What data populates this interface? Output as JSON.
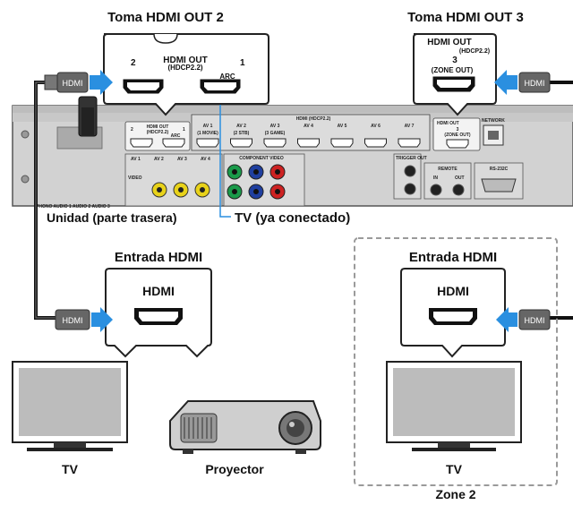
{
  "labels": {
    "out2_title": "Toma HDMI OUT 2",
    "out3_title": "Toma HDMI OUT 3",
    "unit_rear": "Unidad (parte trasera)",
    "tv_connected": "TV (ya conectado)",
    "hdmi_in_left": "Entrada HDMI",
    "hdmi_in_right": "Entrada HDMI",
    "tv_left": "TV",
    "projector": "Proyector",
    "tv_right": "TV",
    "zone2": "Zone 2"
  },
  "callout_out2": {
    "title": "HDMI OUT",
    "sub": "(HDCP2.2)",
    "port_left": "2",
    "port_right": "1",
    "arc": "ARC"
  },
  "callout_out3": {
    "title": "HDMI OUT",
    "sub": "(HDCP2.2)",
    "port": "3",
    "zone_out": "(ZONE OUT)"
  },
  "callout_in_left": {
    "title": "HDMI"
  },
  "callout_in_right": {
    "title": "HDMI"
  },
  "plug_label": "HDMI",
  "panel": {
    "hdmi_out_label": "HDMI OUT",
    "hdmi_out_sub": "(HDCP2.2)",
    "arc": "ARC",
    "port_2": "2",
    "port_1": "1",
    "hdmi_in_header": "HDMI (HDCP2.2)",
    "inputs": [
      {
        "name": "AV 1",
        "sub": "(1 MOVIE)"
      },
      {
        "name": "AV 2",
        "sub": "(2 STB)"
      },
      {
        "name": "AV 3",
        "sub": "(3 GAME)"
      },
      {
        "name": "AV 4",
        "sub": ""
      },
      {
        "name": "AV 5",
        "sub": ""
      },
      {
        "name": "AV 6",
        "sub": ""
      },
      {
        "name": "AV 7",
        "sub": ""
      }
    ],
    "zone_out_label": "HDMI OUT",
    "zone_out_port": "3",
    "zone_out_sub": "(ZONE OUT)",
    "network": "NETWORK",
    "component_video": "COMPONENT VIDEO",
    "trigger_out": "TRIGGER OUT",
    "remote": "REMOTE",
    "remote_in": "IN",
    "remote_out": "OUT",
    "rs232c": "RS-232C",
    "video": "VIDEO",
    "av_small": [
      "AV 1",
      "AV 2",
      "AV 3",
      "AV 4"
    ],
    "phono_row": "PHONO  AUDIO 1  AUDIO 2  AUDIO 3"
  },
  "colors": {
    "arrow_blue": "#2a8fe0",
    "panel_grey": "#d0d0d0",
    "callout_border": "#222222",
    "zone_border": "#9a9a9a",
    "component_green": "#1a9a4a",
    "component_blue": "#1f3f9f",
    "component_red": "#cc2222",
    "composite_yellow": "#e8d21a"
  }
}
